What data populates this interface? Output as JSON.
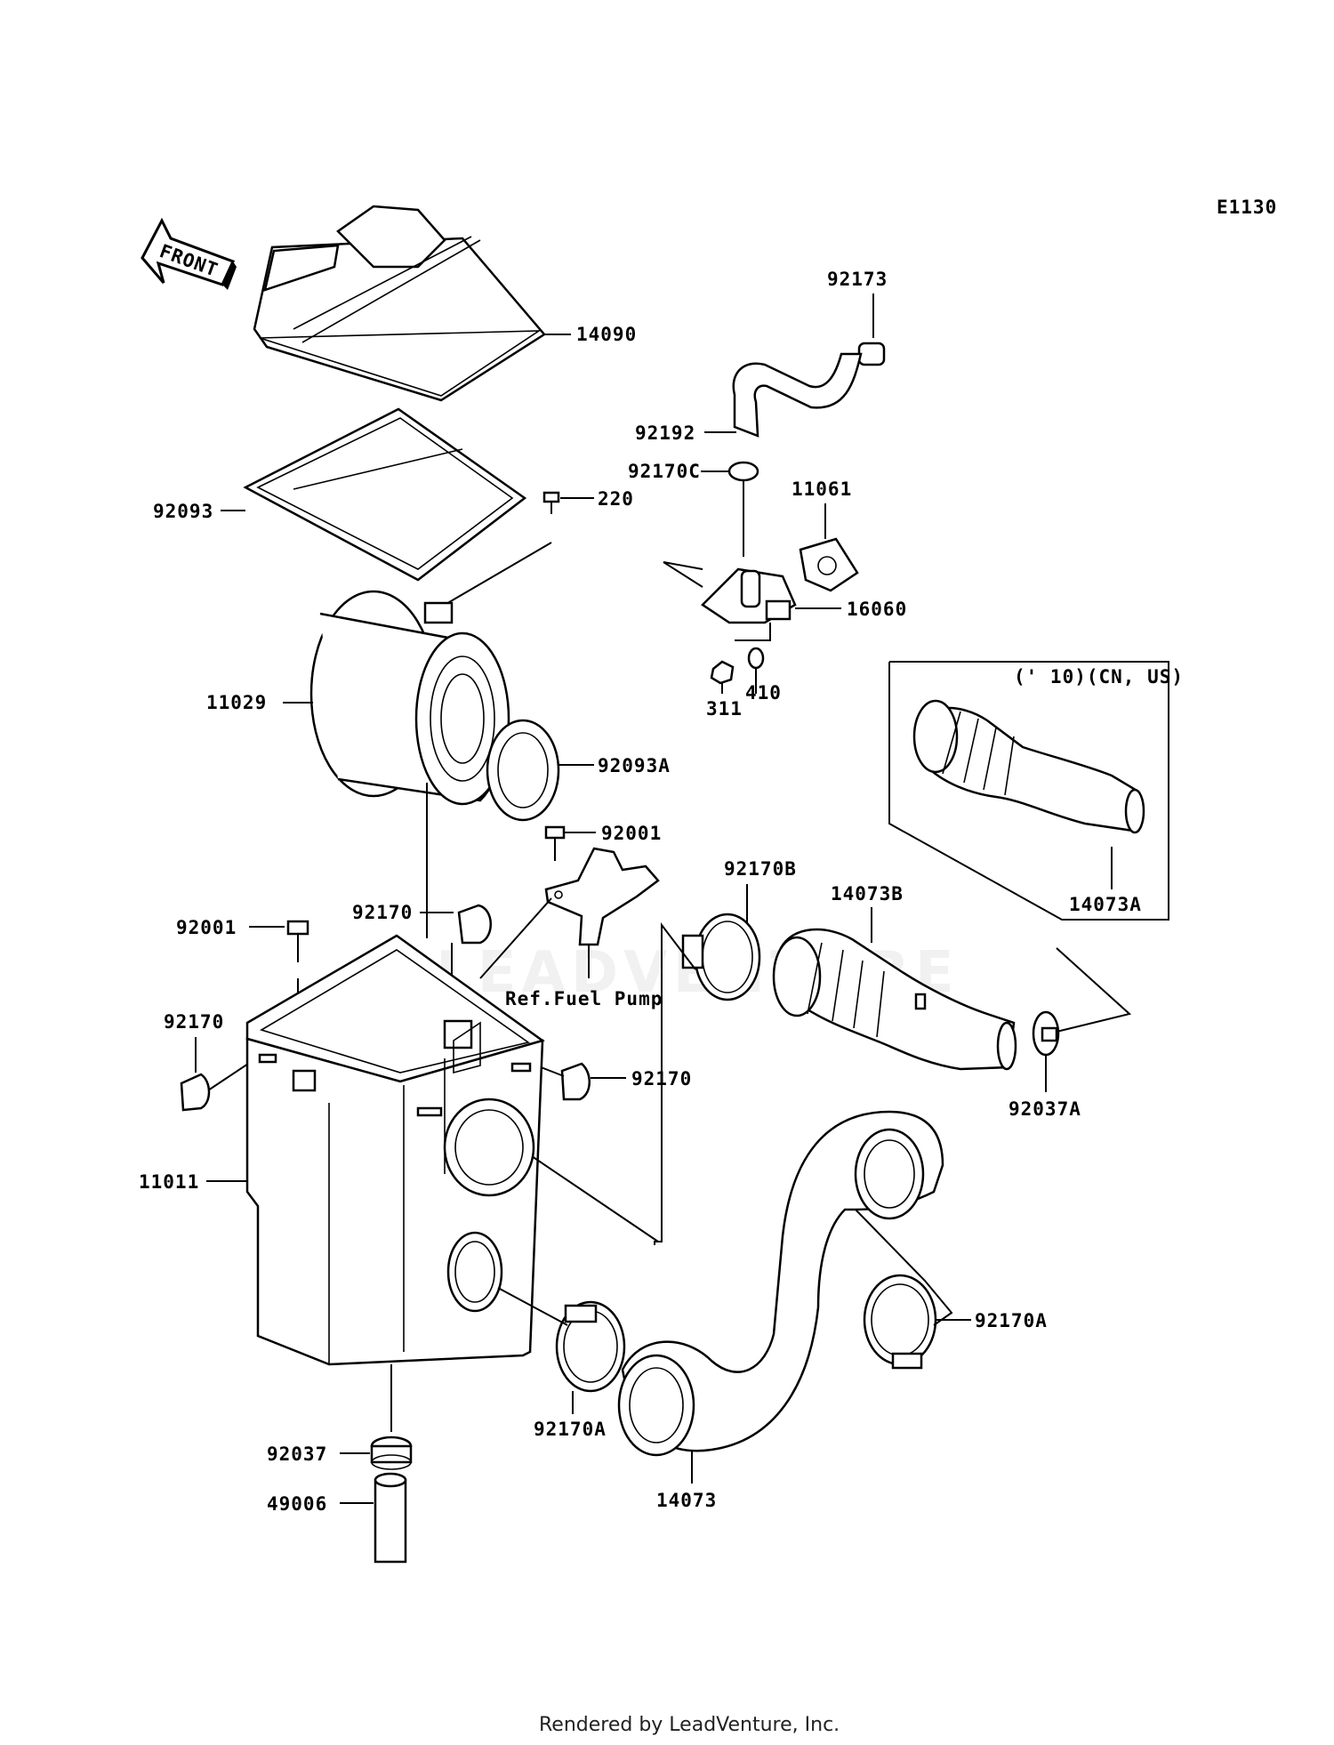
{
  "diagram_code": "E1130",
  "front_label": "FRONT",
  "variant_note": "(' 10)(CN, US)",
  "ref_note": "Ref.Fuel Pump",
  "watermark": "LEADVENTURE",
  "footer": "Rendered by LeadVenture, Inc.",
  "parts": {
    "p14090": "14090",
    "p92093": "92093",
    "p220": "220",
    "p92173": "92173",
    "p92192": "92192",
    "p92170C": "92170C",
    "p11061": "11061",
    "p16060": "16060",
    "p311": "311",
    "p410": "410",
    "p11029": "11029",
    "p92093A": "92093A",
    "p92001a": "92001",
    "p92170B": "92170B",
    "p14073A": "14073A",
    "p14073B": "14073B",
    "p92170a": "92170",
    "p92001b": "92001",
    "p92170b": "92170",
    "p92170c": "92170",
    "p92037A": "92037A",
    "p11011": "11011",
    "p92170A_right": "92170A",
    "p92170A_bottom": "92170A",
    "p92037": "92037",
    "p49006": "49006",
    "p14073": "14073"
  }
}
